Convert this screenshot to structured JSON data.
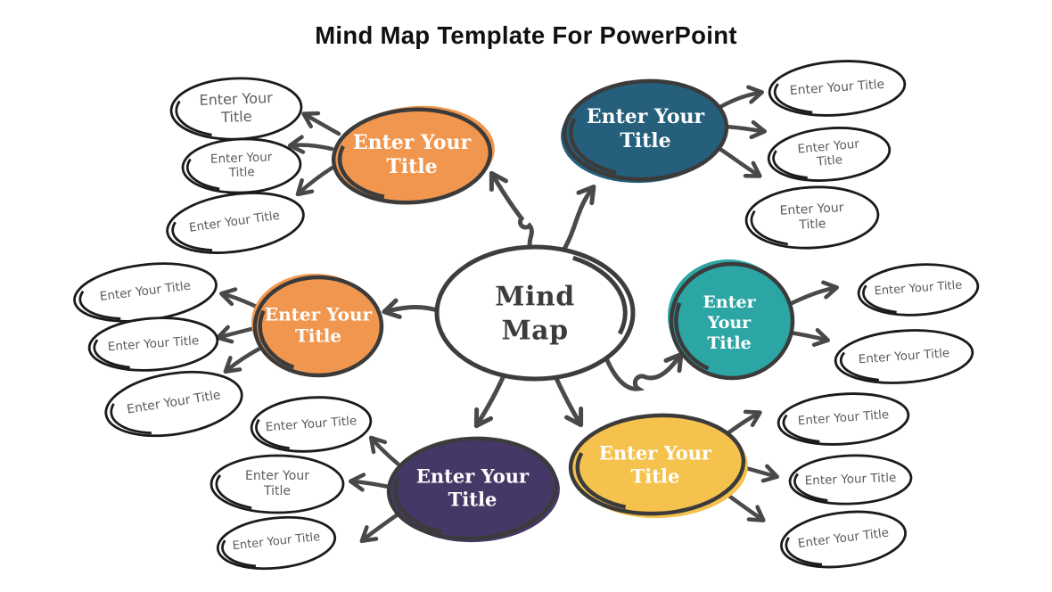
{
  "page_title": "Mind Map Template For PowerPoint",
  "center": {
    "label": "Mind Map"
  },
  "colors": {
    "orange": "#F0964E",
    "dark_teal": "#255F7C",
    "teal": "#2CA6A4",
    "purple": "#463866",
    "yellow": "#F5C24D",
    "node_outline": "#3B3B3B",
    "leaf_outline": "#1B1B1B",
    "connector": "#4A4A4A",
    "leaf_text": "#5C5C5C",
    "title_text": "#101010"
  },
  "branches": [
    {
      "name": "top-left",
      "color": "#F0964E",
      "label": "Enter Your Title",
      "leaves": [
        "Enter Your Title",
        "Enter Your Title",
        "Enter Your Title"
      ]
    },
    {
      "name": "top-right",
      "color": "#255F7C",
      "label": "Enter Your Title",
      "leaves": [
        "Enter Your Title",
        "Enter Your Title",
        "Enter Your Title"
      ]
    },
    {
      "name": "middle-left",
      "color": "#F0964E",
      "label": "Enter Your Title",
      "leaves": [
        "Enter Your Title",
        "Enter Your Title",
        "Enter Your Title"
      ]
    },
    {
      "name": "middle-right",
      "color": "#2CA6A4",
      "label": "Enter Your Title",
      "leaves": [
        "Enter Your Title",
        "Enter Your Title"
      ]
    },
    {
      "name": "bottom-left",
      "color": "#463866",
      "label": "Enter Your Title",
      "leaves": [
        "Enter Your Title",
        "Enter Your Title",
        "Enter Your Title"
      ]
    },
    {
      "name": "bottom-right",
      "color": "#F5C24D",
      "label": "Enter Your Title",
      "leaves": [
        "Enter Your Title",
        "Enter Your Title",
        "Enter Your Title"
      ]
    }
  ]
}
